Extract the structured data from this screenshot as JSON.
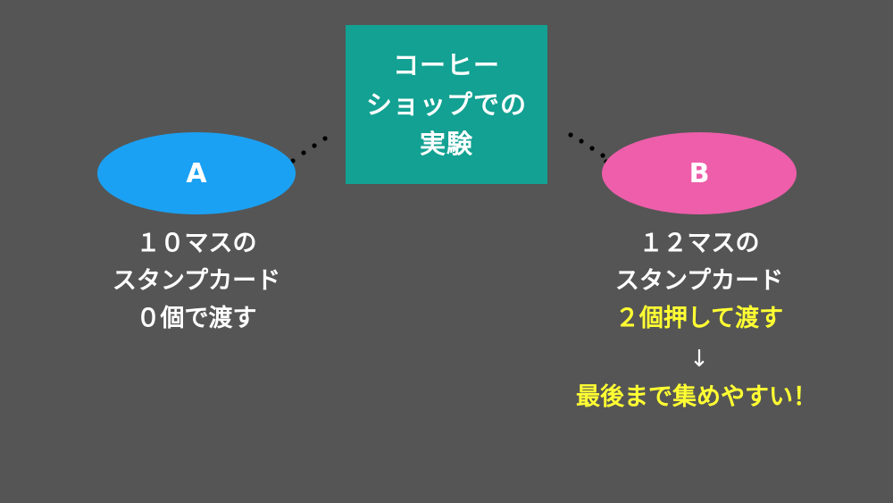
{
  "center": {
    "title": "コーヒー\nショップでの\n実験"
  },
  "group_a": {
    "label": "A",
    "line1": "１０マスの",
    "line2": "スタンプカード",
    "line3": "０個で渡す"
  },
  "group_b": {
    "label": "B",
    "line1": "１２マスの",
    "line2": "スタンプカード",
    "line3": "２個押して渡す"
  },
  "arrow": "↓",
  "conclusion": "最後まで集めやすい！",
  "colors": {
    "background": "#555555",
    "center_box": "#12A192",
    "ellipse_a": "#1BA1F3",
    "ellipse_b": "#EE5EAA",
    "highlight": "#FFFF33",
    "text": "#FFFFFF"
  }
}
